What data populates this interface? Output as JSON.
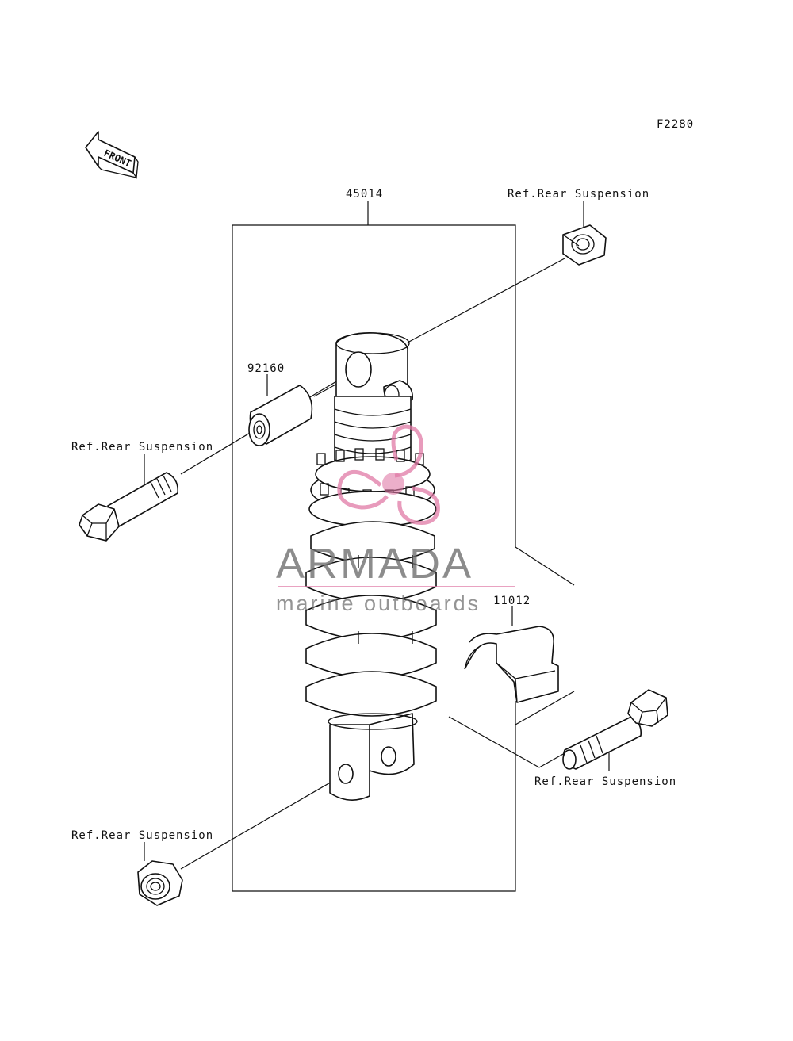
{
  "figure_code": "F2280",
  "front_label": "FRONT",
  "callouts": {
    "shock_absorber": "45014",
    "bushing": "92160",
    "clamp": "11012",
    "ref_nut_top": "Ref.Rear Suspension",
    "ref_bolt_top": "Ref.Rear Suspension",
    "ref_bolt_bottom": "Ref.Rear Suspension",
    "ref_nut_bottom": "Ref.Rear Suspension"
  },
  "watermark": {
    "brand": "ARMADA",
    "tagline": "marine outboards",
    "colors": {
      "text": "#6b6b6b",
      "accent": "#e07aa6"
    }
  }
}
